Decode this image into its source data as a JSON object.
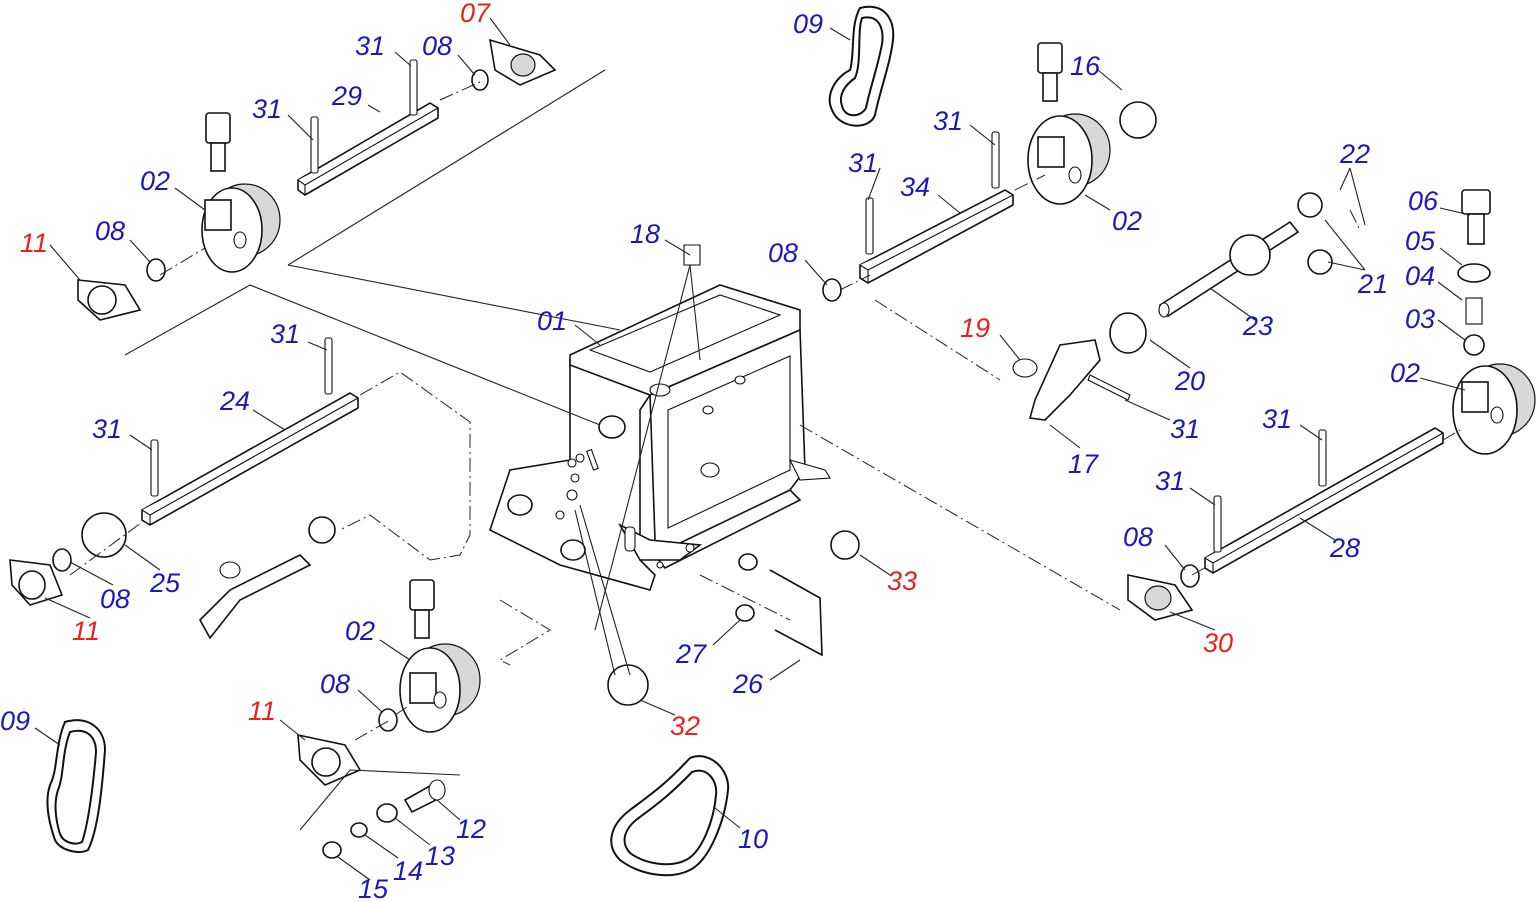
{
  "colors": {
    "standard_label": "#1a1ab8",
    "optional_label": "#e8221b",
    "linework": "#222222"
  },
  "labels": {
    "l07a": "07",
    "l31a": "31",
    "l08a": "08",
    "l31b": "31",
    "l29": "29",
    "l02a": "02",
    "l11a": "11",
    "l08b": "08",
    "l09a": "09",
    "l31c": "31",
    "l16": "16",
    "l31d": "31",
    "l34": "34",
    "l02b": "02",
    "l22": "22",
    "l06": "06",
    "l05": "05",
    "l04": "04",
    "l03": "03",
    "l21": "21",
    "l18": "18",
    "l08c": "08",
    "l01": "01",
    "l19": "19",
    "l20": "20",
    "l23": "23",
    "l02c": "02",
    "l31e": "31",
    "l17": "17",
    "l31f": "31",
    "l31g": "31",
    "l24": "24",
    "l31h": "31",
    "l25": "25",
    "l08d": "08",
    "l11b": "11",
    "l31i": "31",
    "l08e": "08",
    "l28": "28",
    "l30": "30",
    "l33": "33",
    "l02d": "02",
    "l27": "27",
    "l08f": "08",
    "l26": "26",
    "l11c": "11",
    "l09b": "09",
    "l32": "32",
    "l12": "12",
    "l13": "13",
    "l14": "14",
    "l15": "15",
    "l10": "10"
  }
}
